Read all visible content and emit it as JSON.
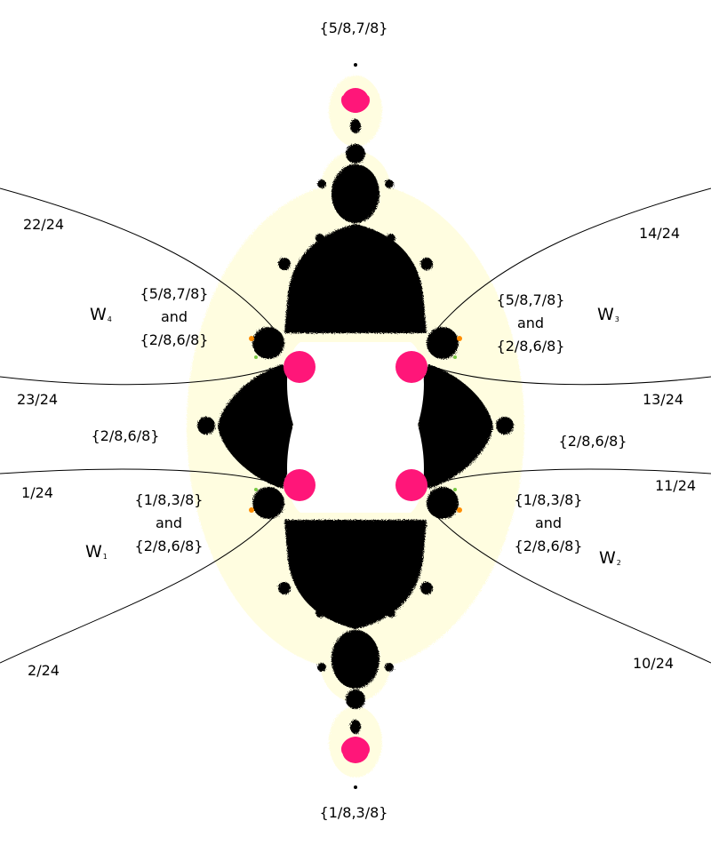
{
  "labels": {
    "top": "{5/8,7/8}",
    "bottom": "{1/8,3/8}",
    "angles": {
      "a22": "22/24",
      "a23": "23/24",
      "a1": "1/24",
      "a2": "2/24",
      "a14": "14/24",
      "a13": "13/24",
      "a11": "11/24",
      "a10": "10/24"
    },
    "regions": {
      "w4": {
        "letter": "W",
        "sub": "4"
      },
      "w3": {
        "letter": "W",
        "sub": "3"
      },
      "w1": {
        "letter": "W",
        "sub": "1"
      },
      "w2": {
        "letter": "W",
        "sub": "2"
      }
    },
    "upper_left": {
      "line1": "{5/8,7/8}",
      "line2": "and",
      "line3": "{2/8,6/8}"
    },
    "upper_right": {
      "line1": "{5/8,7/8}",
      "line2": "and",
      "line3": "{2/8,6/8}"
    },
    "lower_left": {
      "line1": "{1/8,3/8}",
      "line2": "and",
      "line3": "{2/8,6/8}"
    },
    "lower_right": {
      "line1": "{1/8,3/8}",
      "line2": "and",
      "line3": "{2/8,6/8}"
    },
    "mid_left": "{2/8,6/8}",
    "mid_right": "{2/8,6/8}"
  },
  "colors": {
    "set": "#000000",
    "halo": "#fffde0",
    "bulb": "#ff1679",
    "ray": "#000000",
    "background": "#ffffff"
  }
}
